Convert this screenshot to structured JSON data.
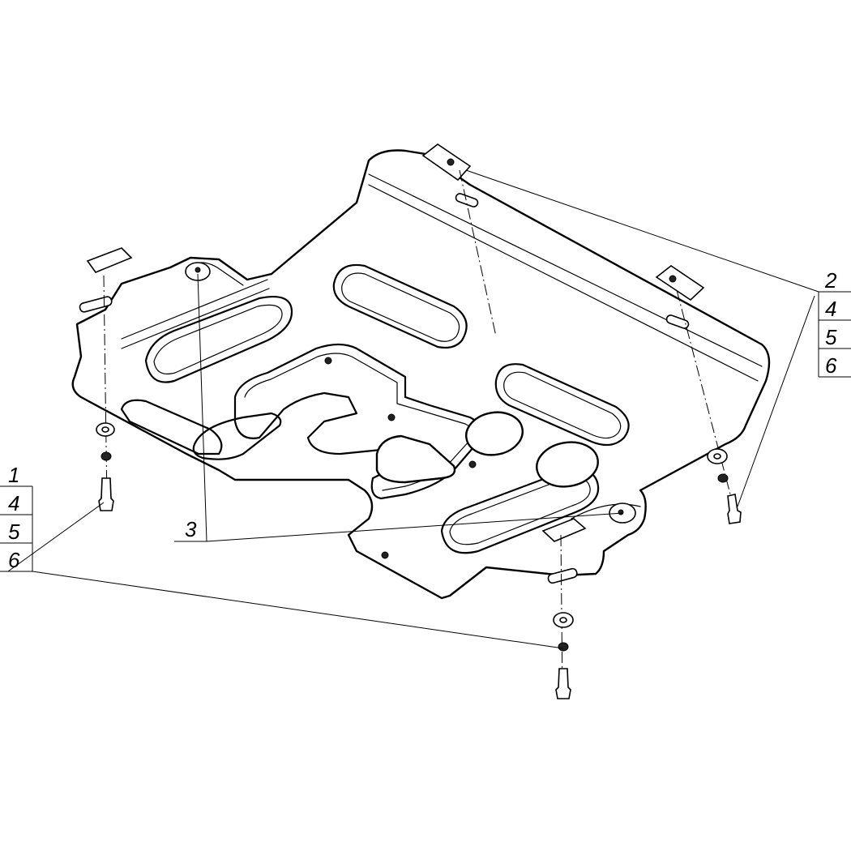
{
  "callouts": {
    "group_left": [
      "1",
      "4",
      "5",
      "6"
    ],
    "group_right": [
      "2",
      "4",
      "5",
      "6"
    ],
    "single": "3"
  },
  "colors": {
    "line": "#000000",
    "background": "#ffffff"
  }
}
